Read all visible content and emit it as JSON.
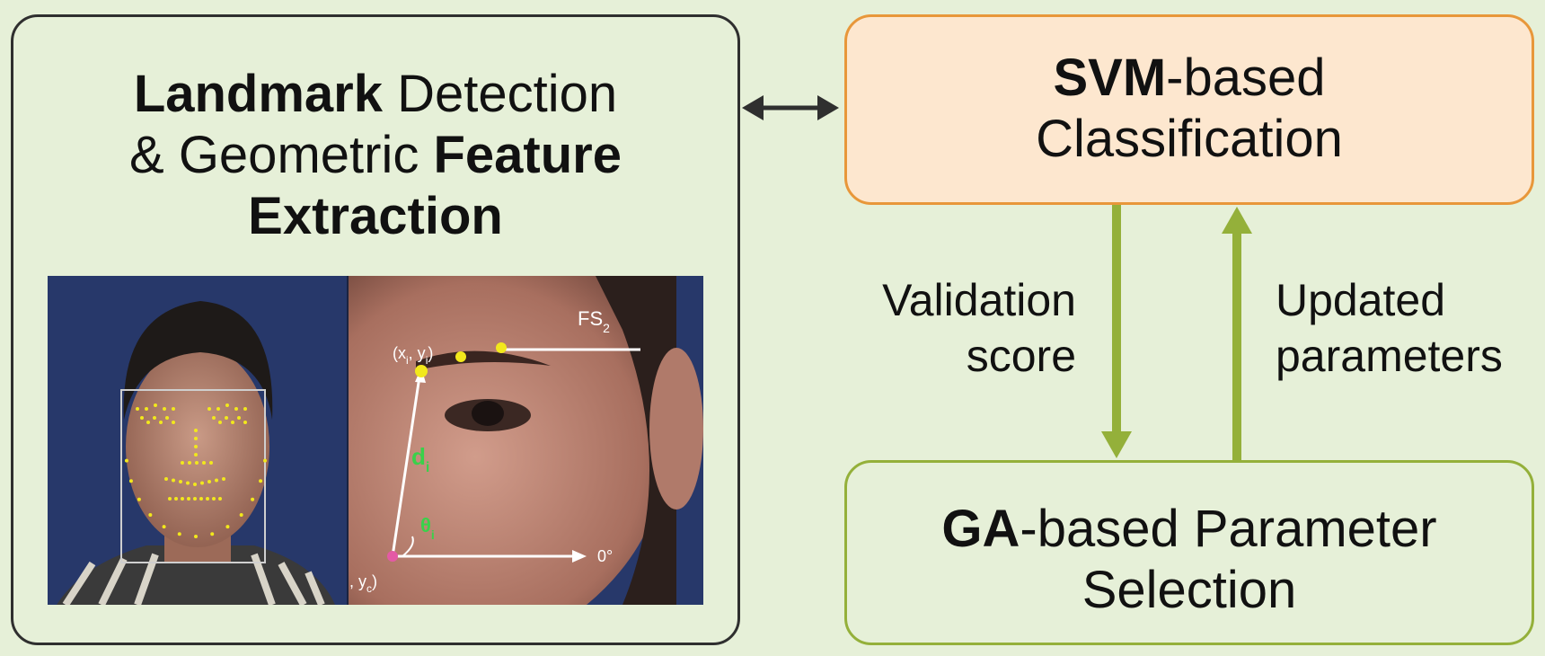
{
  "left_box": {
    "line1_bold": "Landmark",
    "line1_rest": " Detection",
    "line2_pre": "& Geometric ",
    "line2_bold": "Feature",
    "line3_bold": "Extraction"
  },
  "svm_box": {
    "line1_bold": "SVM",
    "line1_rest": "-based",
    "line2": "Classification"
  },
  "ga_box": {
    "line1_bold": "GA",
    "line1_rest": "-based Parameter",
    "line2": "Selection"
  },
  "edge_labels": {
    "down_line1": "Validation",
    "down_line2": "score",
    "up_line1": "Updated",
    "up_line2": "parameters"
  },
  "photo_annotations": {
    "fs_label": "FS",
    "fs_sub": "2",
    "xy_label": "(x",
    "xy_sub_i": "i",
    "xy_mid": ", y",
    "xy_end": ")",
    "d_label": "d",
    "d_sub": "i",
    "theta_label": "θ",
    "theta_sub": "i",
    "zero_deg": "0°",
    "yc_label": ", y",
    "yc_sub": "c",
    "yc_end": ")"
  },
  "colors": {
    "background": "#e6f0d8",
    "left_border": "#2f2f2f",
    "svm_border": "#e8973a",
    "svm_fill": "#fde7cf",
    "ga_border": "#94b03a",
    "arrow_green": "#94b03a",
    "arrow_dark": "#2f2f2f",
    "landmark_yellow": "#f2e81c",
    "feature_green": "#3ad14a"
  }
}
